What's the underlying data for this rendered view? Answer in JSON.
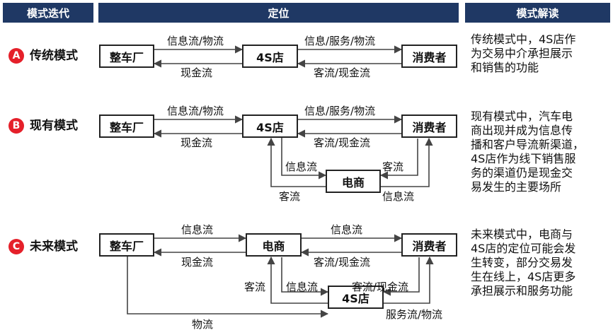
{
  "headers": {
    "iteration": "模式迭代",
    "position": "定位",
    "interpretation": "模式解读"
  },
  "colors": {
    "header_bg": "#1F3864",
    "badge_bg": "#E5202A",
    "line": "#444444"
  },
  "rows": {
    "a": {
      "badge": "A",
      "mode": "传统模式",
      "boxes": {
        "factory": "整车厂",
        "store": "4S店",
        "consumer": "消费者"
      },
      "labels": {
        "top_left": "信息流/物流",
        "top_right": "信息/服务/物流",
        "bottom_left": "现金流",
        "bottom_right": "客流/现金流"
      },
      "desc_lines": [
        "传统模式中，4S店作",
        "为交易中介承担展示",
        "和销售的功能"
      ]
    },
    "b": {
      "badge": "B",
      "mode": "现有模式",
      "boxes": {
        "factory": "整车厂",
        "store": "4S店",
        "consumer": "消费者",
        "ecommerce": "电商"
      },
      "labels": {
        "top_left": "信息流/物流",
        "top_right": "信息/服务/物流",
        "bottom_left": "现金流",
        "bottom_right": "客流/现金流",
        "info_flow": "信息流",
        "customer_flow_right": "客流",
        "customer_flow_bottom": "客流",
        "info_flow_bottom": "信息流"
      },
      "desc_lines": [
        "现有模式中，汽车电",
        "商出现并成为信息传",
        "播和客户导流新渠道，",
        "4S店作为线下销售服",
        "务的渠道仍是现金交",
        "易发生的主要场所"
      ]
    },
    "c": {
      "badge": "C",
      "mode": "未来模式",
      "boxes": {
        "factory": "整车厂",
        "ecommerce": "电商",
        "consumer": "消费者",
        "store": "4S店"
      },
      "labels": {
        "top_left": "信息流",
        "top_right": "信息流",
        "bottom_left": "现金流",
        "bottom_right": "客流/现金流",
        "customer_flow": "客流",
        "info_flow": "信息流",
        "customer_cash_flow": "客流/现金流",
        "service_logistics": "服务流/物流",
        "logistics": "物流"
      },
      "desc_lines": [
        "未来模式中，电商与",
        "4S店的定位可能会发",
        "生转变，部分交易发",
        "生在线上，4S店更多",
        "承担展示和服务功能"
      ]
    }
  }
}
